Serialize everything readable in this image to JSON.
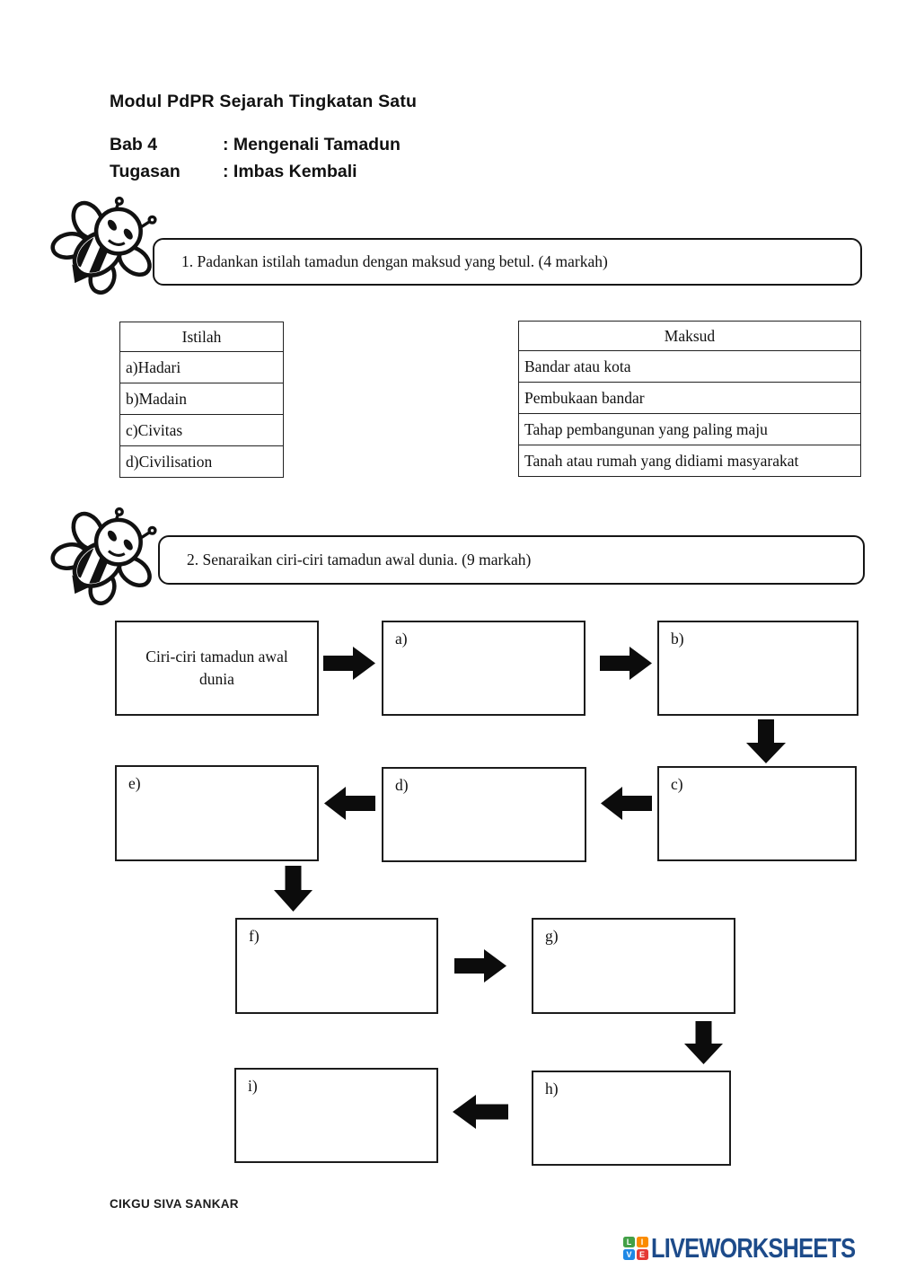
{
  "header": {
    "title": "Modul PdPR Sejarah Tingkatan Satu",
    "line2_label": "Bab  4",
    "line2_value": ": Mengenali Tamadun",
    "line3_label": "Tugasan",
    "line3_value": ": Imbas Kembali"
  },
  "question1": {
    "instruction": "1. Padankan istilah tamadun dengan maksud yang betul. (4 markah)",
    "istilah_table": {
      "header": "Istilah",
      "rows": [
        "a)Hadari",
        "b)Madain",
        "c)Civitas",
        "d)Civilisation"
      ]
    },
    "maksud_table": {
      "header": "Maksud",
      "rows": [
        "Bandar atau kota",
        "Pembukaan bandar",
        "Tahap pembangunan yang paling maju",
        "Tanah atau rumah yang didiami masyarakat"
      ]
    }
  },
  "question2": {
    "instruction": "2. Senaraikan ciri-ciri tamadun awal dunia. (9 markah)",
    "flowchart": {
      "start": "Ciri-ciri tamadun awal dunia",
      "labels": {
        "a": "a)",
        "b": "b)",
        "c": "c)",
        "d": "d)",
        "e": "e)",
        "f": "f)",
        "g": "g)",
        "h": "h)",
        "i": "i)"
      }
    }
  },
  "footer": {
    "author": "CIKGU SIVA SANKAR"
  },
  "brand": {
    "name": "LIVEWORKSHEETS",
    "text_color": "#1d4b8a",
    "icon_letters": [
      "L",
      "I",
      "V",
      "E"
    ],
    "icon_colors": [
      "#43a047",
      "#fb8c00",
      "#1e88e5",
      "#e53935"
    ]
  }
}
